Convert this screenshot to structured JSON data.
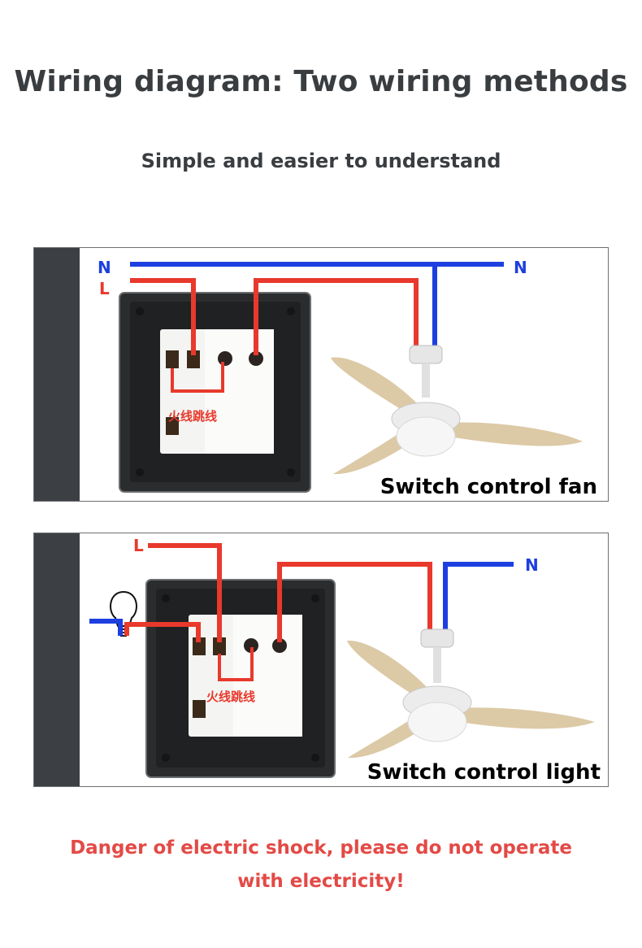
{
  "header": {
    "title": "Wiring diagram: Two wiring methods",
    "subtitle": "Simple and easier to understand"
  },
  "colors": {
    "live_wire": "#e8392c",
    "neutral_wire": "#1d3fe0",
    "panel_sidebar": "#3c3f43",
    "blade": "#dcc9a6",
    "warning_text": "#e34a46"
  },
  "diagram_fan": {
    "caption": "Switch control fan",
    "label_n_left": "N",
    "label_l": "L",
    "label_n_right": "N",
    "jumper_label": "火线跳线"
  },
  "diagram_light": {
    "caption": "Switch control light",
    "label_l": "L",
    "label_n": "N",
    "jumper_label": "火线跳线"
  },
  "warning": {
    "line1": "Danger of electric shock, please do not operate",
    "line2": "with electricity!"
  }
}
